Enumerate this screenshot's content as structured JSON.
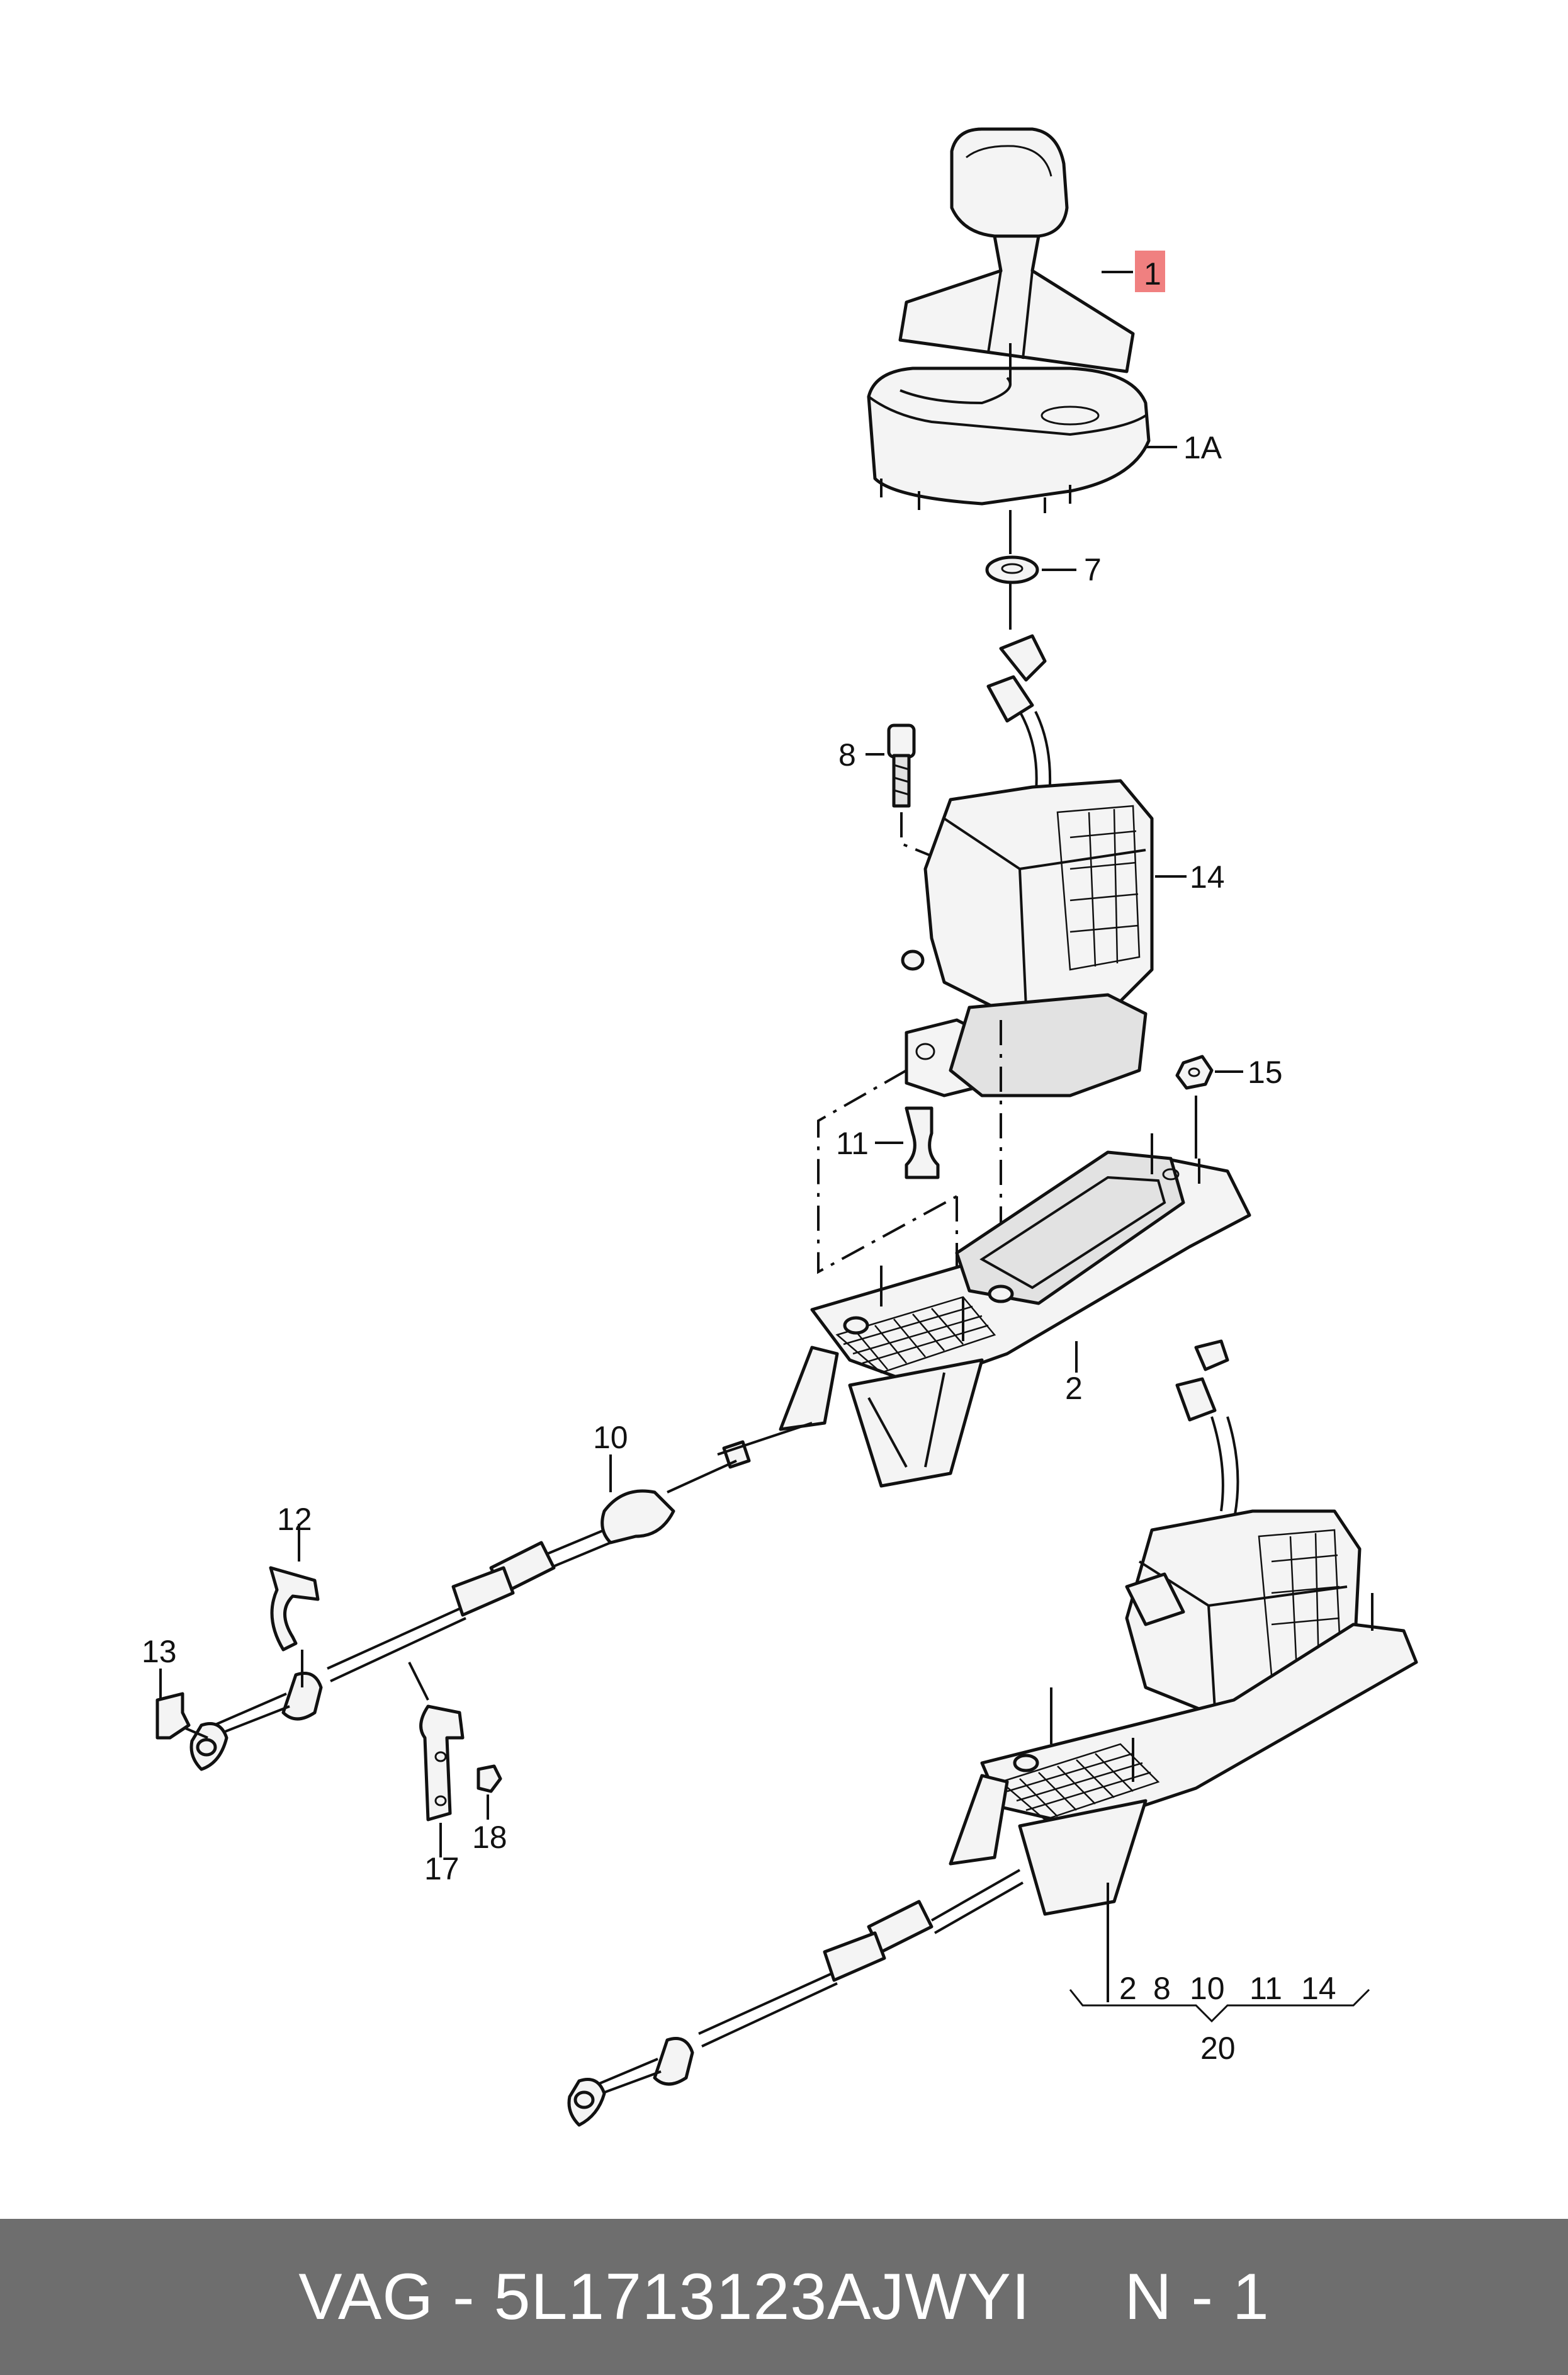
{
  "callouts": {
    "c1": "1",
    "c1a": "1A",
    "c7": "7",
    "c8": "8",
    "c14": "14",
    "c15": "15",
    "c11": "11",
    "c2": "2",
    "c10": "10",
    "c12": "12",
    "c13": "13",
    "c17": "17",
    "c18": "18",
    "c20": "20",
    "group": [
      "2",
      "8",
      "10",
      "11",
      "14"
    ]
  },
  "highlight_color": "#f08080",
  "footer": {
    "text": "VAG - 5L1713123AJWYI     N - 1"
  }
}
